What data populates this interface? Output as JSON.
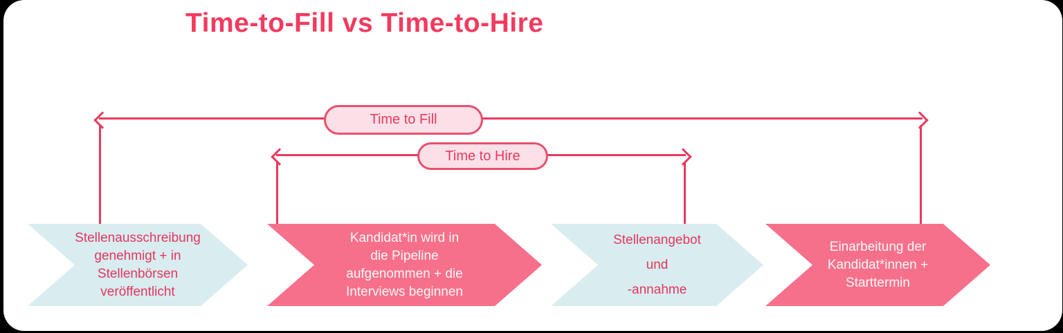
{
  "title": "Time-to-Fill vs Time-to-Hire",
  "timeline": {
    "fill_label": "Time to Fill",
    "hire_label": "Time to Hire"
  },
  "stages": [
    {
      "variant": "blue",
      "lines": [
        "Stellenausschreibung",
        "genehmigt + in",
        "Stellenbörsen",
        "veröffentlicht"
      ]
    },
    {
      "variant": "pink",
      "lines": [
        "Kandidat*in wird in",
        "die Pipeline",
        "aufgenommen + die",
        "Interviews beginnen"
      ]
    },
    {
      "variant": "blue",
      "lines": [
        "Stellenangebot",
        "und",
        "-annahme"
      ]
    },
    {
      "variant": "pink",
      "lines": [
        "Einarbeitung der",
        "Kandidat*innen +",
        "Starttermin"
      ]
    }
  ],
  "colors": {
    "page_bg": "#000000",
    "card_bg": "#ffffff",
    "accent_pink": "#f23a5f",
    "line_pink": "#e8395e",
    "pill_bg": "#fbe0e8",
    "pill_border": "#e84f6e",
    "chevron_pink": "#f7708b",
    "chevron_blue": "#d9edf0"
  }
}
